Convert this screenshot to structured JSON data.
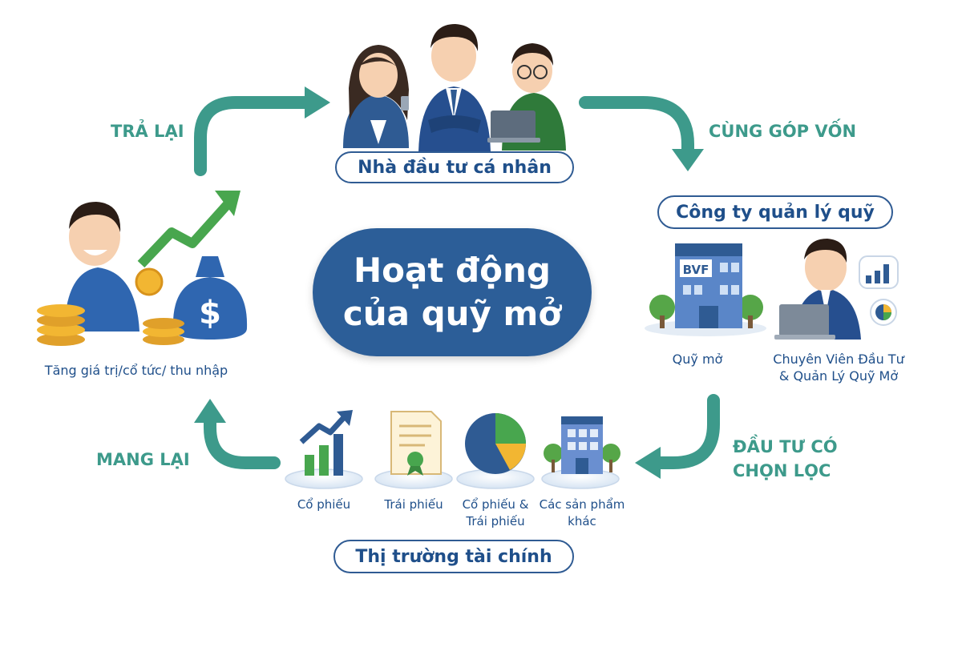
{
  "center": {
    "line1": "Hoạt động",
    "line2": "của quỹ mở"
  },
  "investors": {
    "label": "Nhà đầu tư cá nhân"
  },
  "fund_company": {
    "label": "Công ty quản lý quỹ",
    "building_logo": "BVF",
    "fund_caption": "Quỹ mở",
    "specialist_caption_1": "Chuyên Viên Đầu Tư",
    "specialist_caption_2": "& Quản Lý Quỹ Mở"
  },
  "market": {
    "label": "Thị trường tài chính",
    "items": [
      {
        "label": "Cổ phiếu",
        "icon": "bar-chart-icon"
      },
      {
        "label": "Trái phiếu",
        "icon": "certificate-icon"
      },
      {
        "label": "Cổ phiếu &",
        "label2": "Trái phiếu",
        "icon": "pie-chart-icon"
      },
      {
        "label": "Các sản phẩm",
        "label2": "khác",
        "icon": "building-icon"
      }
    ]
  },
  "returns": {
    "caption": "Tăng giá trị/cổ tức/ thu nhập"
  },
  "flows": {
    "top_left": "TRẢ LẠI",
    "top_right": "CÙNG GÓP VỐN",
    "bottom_right_1": "ĐẦU TƯ CÓ",
    "bottom_right_2": "CHỌN LỌC",
    "bottom_left": "MANG LẠI"
  },
  "colors": {
    "arrow": "#3d9a8b",
    "primary": "#2c5e98",
    "text": "#1f4f8a"
  }
}
